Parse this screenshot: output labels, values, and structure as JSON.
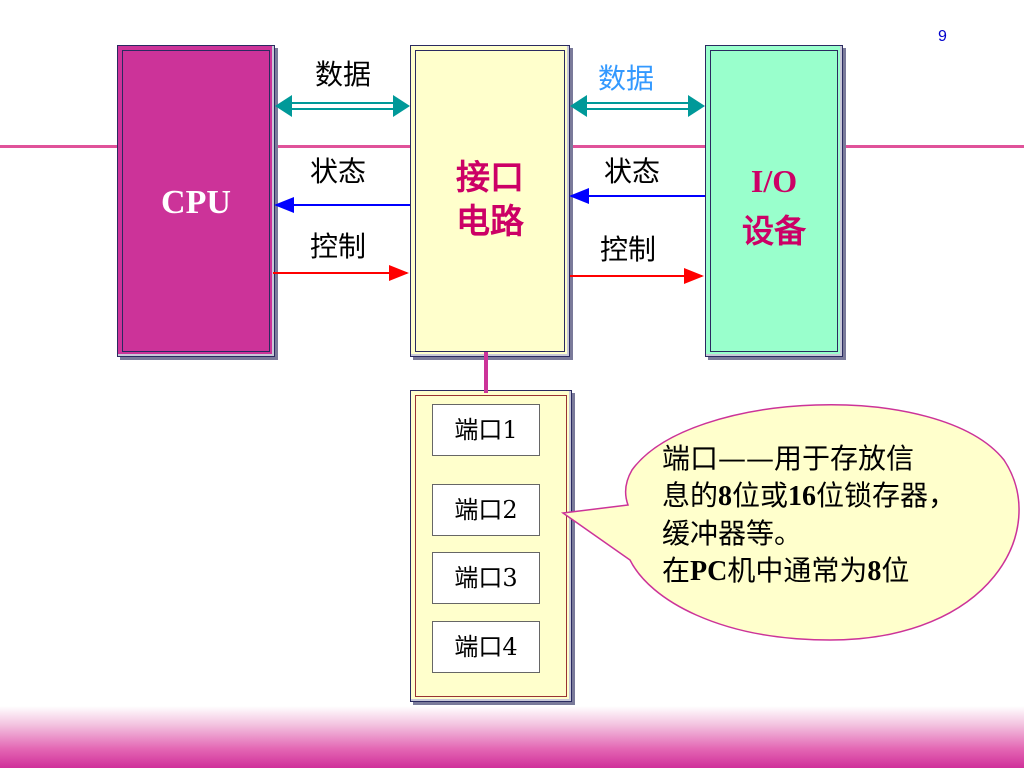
{
  "page_number": "9",
  "blocks": {
    "cpu": {
      "label": "CPU"
    },
    "interface": {
      "line1": "接口",
      "line2": "电路"
    },
    "io_device": {
      "line1": "I/O",
      "line2": "设备"
    }
  },
  "signals_left": {
    "data": "数据",
    "status": "状态",
    "control": "控制"
  },
  "signals_right": {
    "data": "数据",
    "status": "状态",
    "control": "控制"
  },
  "ports": [
    "端口1",
    "端口2",
    "端口3",
    "端口4"
  ],
  "callout": {
    "line1": "端口——用于存放信",
    "line2_a": "息的",
    "line2_b": "8",
    "line2_c": "位或",
    "line2_d": "16",
    "line2_e": "位锁存器，",
    "line3": "缓冲器等。",
    "line4_a": "在",
    "line4_b": "PC",
    "line4_c": "机中通常为",
    "line4_d": "8",
    "line4_e": "位"
  },
  "colors": {
    "cpu": "#cc3399",
    "interface": "#ffffcc",
    "io_device": "#99ffcc",
    "data_arrow": "#009999",
    "status_arrow": "#0000ff",
    "control_arrow": "#ff0000",
    "title_accent": "#cc0066"
  }
}
